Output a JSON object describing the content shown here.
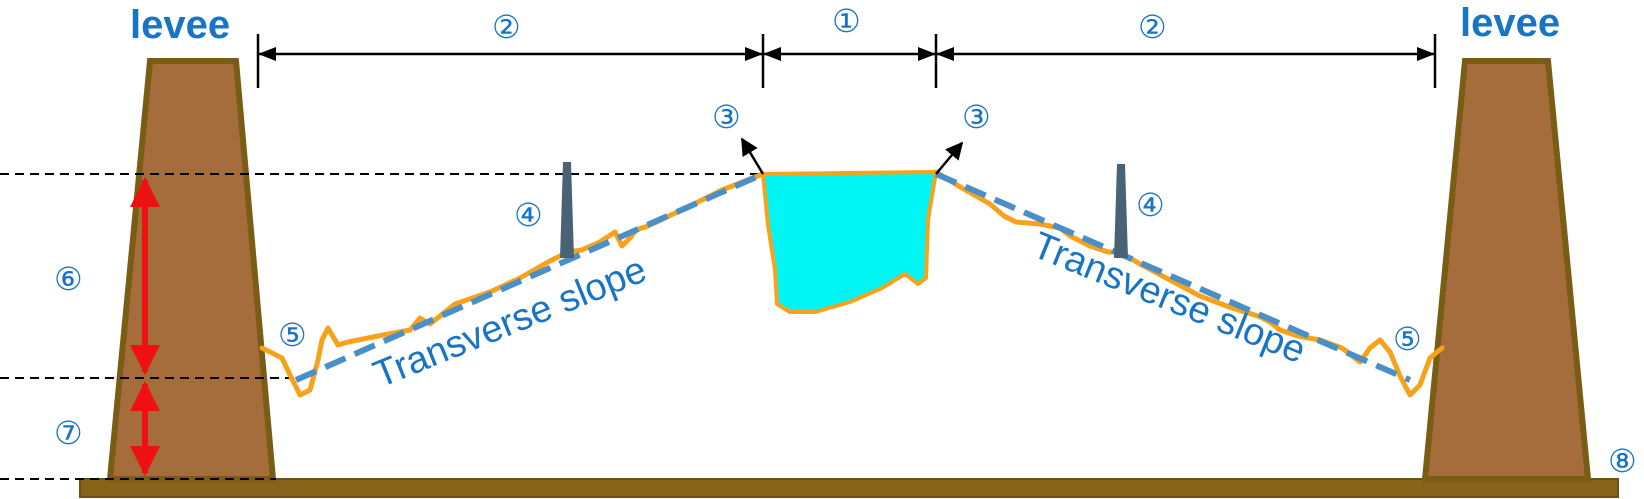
{
  "labels": {
    "levee_left": "levee",
    "levee_right": "levee",
    "slope_left": "Transverse slope",
    "slope_right": "Transverse slope"
  },
  "markers": {
    "m1": "①",
    "m2_left": "②",
    "m2_right": "②",
    "m3_left": "③",
    "m3_right": "③",
    "m4_left": "④",
    "m4_right": "④",
    "m5_left": "⑤",
    "m5_right": "⑤",
    "m6": "⑥",
    "m7": "⑦",
    "m8": "⑧"
  },
  "colors": {
    "levee_fill": "#a46d3b",
    "levee_stroke": "#7a5c14",
    "ground": "#866318",
    "water": "#00f5f5",
    "terrain": "#f7a21a",
    "slope_dash": "#4b8fc8",
    "post": "#4a6276",
    "dimension": "#000000",
    "red_arrow": "#ee1111",
    "label": "#1874c4"
  }
}
